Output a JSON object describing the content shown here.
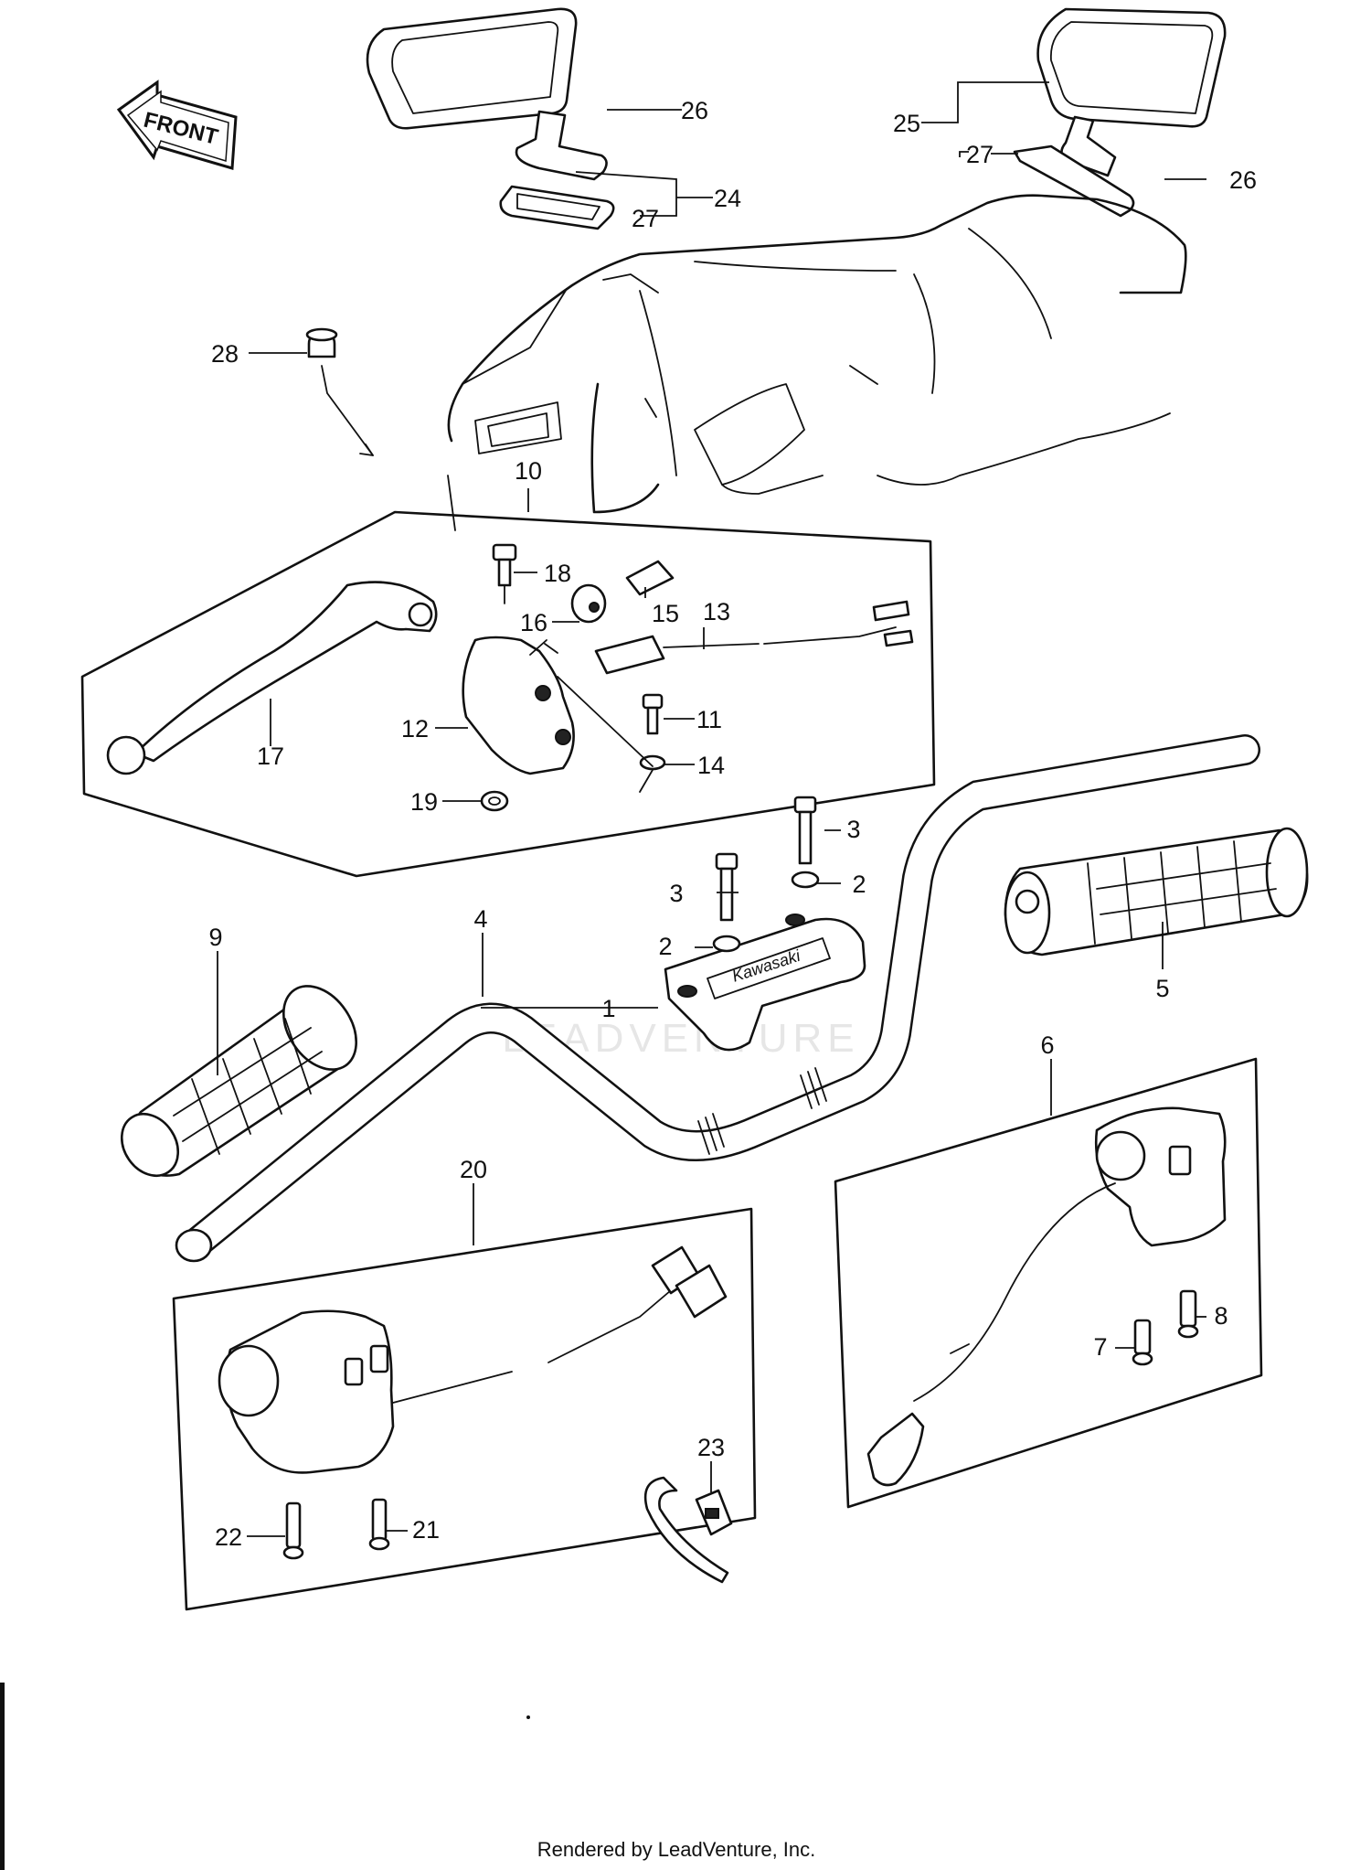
{
  "front_label": "FRONT",
  "watermark": "LEADVENTURE",
  "footer": "Rendered by LeadVenture, Inc.",
  "callouts": {
    "c1": "1",
    "c2a": "2",
    "c2b": "2",
    "c3a": "3",
    "c3b": "3",
    "c4": "4",
    "c5": "5",
    "c6": "6",
    "c7": "7",
    "c8": "8",
    "c9": "9",
    "c10": "10",
    "c11": "11",
    "c12": "12",
    "c13": "13",
    "c14": "14",
    "c15": "15",
    "c16": "16",
    "c17": "17",
    "c18": "18",
    "c19": "19",
    "c20": "20",
    "c21": "21",
    "c22": "22",
    "c23": "23",
    "c24": "24",
    "c25": "25",
    "c26a": "26",
    "c26b": "26",
    "c27a": "27",
    "c27b": "27",
    "c28": "28"
  }
}
